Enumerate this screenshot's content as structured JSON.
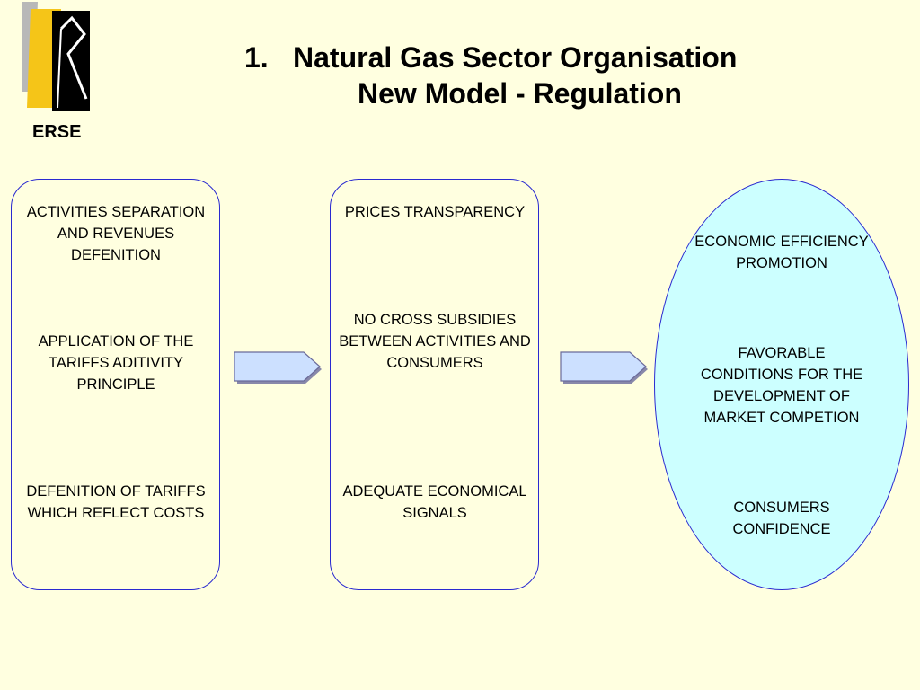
{
  "logo": {
    "label": "ERSE"
  },
  "title": {
    "number": "1.",
    "line1": "Natural Gas Sector Organisation",
    "line2": "New Model - Regulation"
  },
  "box1": {
    "items": [
      "ACTIVITIES SEPARATION AND REVENUES DEFENITION",
      "APPLICATION OF THE TARIFFS ADITIVITY PRINCIPLE",
      "DEFENITION OF TARIFFS WHICH REFLECT COSTS"
    ]
  },
  "box2": {
    "items": [
      "PRICES TRANSPARENCY",
      "NO CROSS SUBSIDIES BETWEEN ACTIVITIES AND CONSUMERS",
      "ADEQUATE ECONOMICAL SIGNALS"
    ]
  },
  "outcome": {
    "items": [
      "ECONOMIC EFFICIENCY PROMOTION",
      "FAVORABLE CONDITIONS FOR THE DEVELOPMENT OF MARKET COMPETION",
      "CONSUMERS CONFIDENCE"
    ]
  },
  "colors": {
    "background": "#ffffe0",
    "border": "#2a2ad0",
    "ellipse_fill": "#ccffff",
    "arrow_fill": "#cce0ff"
  }
}
